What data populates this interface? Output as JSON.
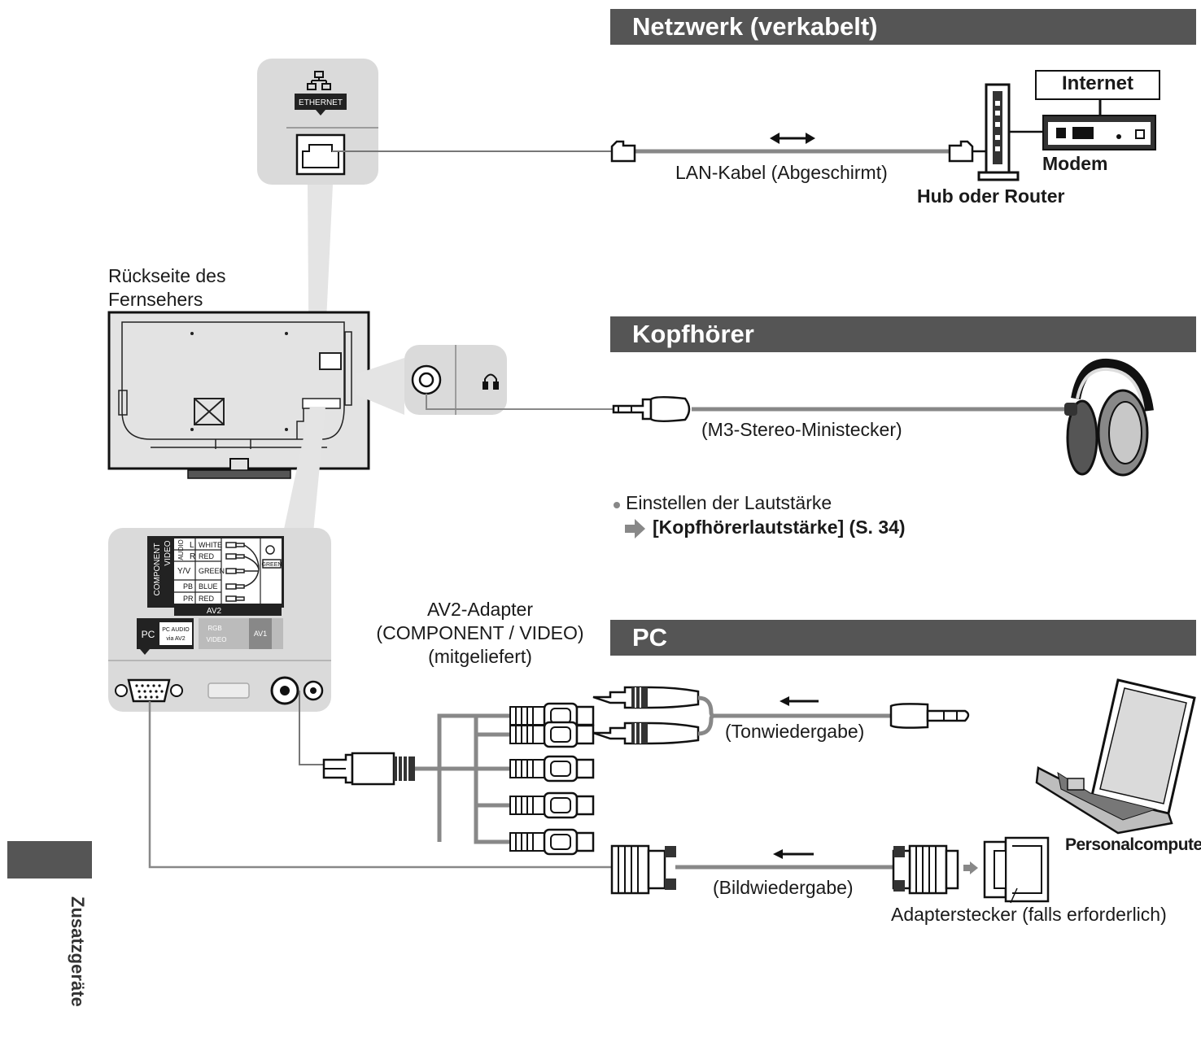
{
  "sections": {
    "network": "Netzwerk (verkabelt)",
    "headphones": "Kopfhörer",
    "pc": "PC"
  },
  "labels": {
    "tv_back": [
      "Rückseite des",
      "Fernsehers"
    ],
    "internet": "Internet",
    "modem": "Modem",
    "hub_router": "Hub oder Router",
    "lan_cable": "LAN-Kabel (Abgeschirmt)",
    "ethernet": "ETHERNET",
    "stereo_plug": "(M3-Stereo-Ministecker)",
    "volume_note": "Einstellen der Lautstärke",
    "volume_ref": "[Kopfhörerlautstärke] (S. 34)",
    "av2_adapter": [
      "AV2-Adapter",
      "(COMPONENT / VIDEO)",
      "(mitgeliefert)"
    ],
    "audio_playback": "(Tonwiedergabe)",
    "video_playback": "(Bildwiedergabe)",
    "personal_computer": "Personalcomputer",
    "adapter_plug": "Adapterstecker (falls erforderlich)",
    "side_tab": "Zusatzgeräte"
  },
  "panel": {
    "component": "COMPONENT",
    "video": "VIDEO",
    "audio": "AUDIO",
    "l": "L",
    "r": "R",
    "yv": "Y/V",
    "pb": "PB",
    "pr": "PR",
    "white": "WHITE",
    "red": "RED",
    "green": "GREEN",
    "blue": "BLUE",
    "av2": "AV2",
    "pc": "PC",
    "pc_audio": "PC AUDIO",
    "av2_in": "via AV2",
    "rgb": "RGB",
    "video_in": "VIDEO",
    "av1": "AV1"
  }
}
